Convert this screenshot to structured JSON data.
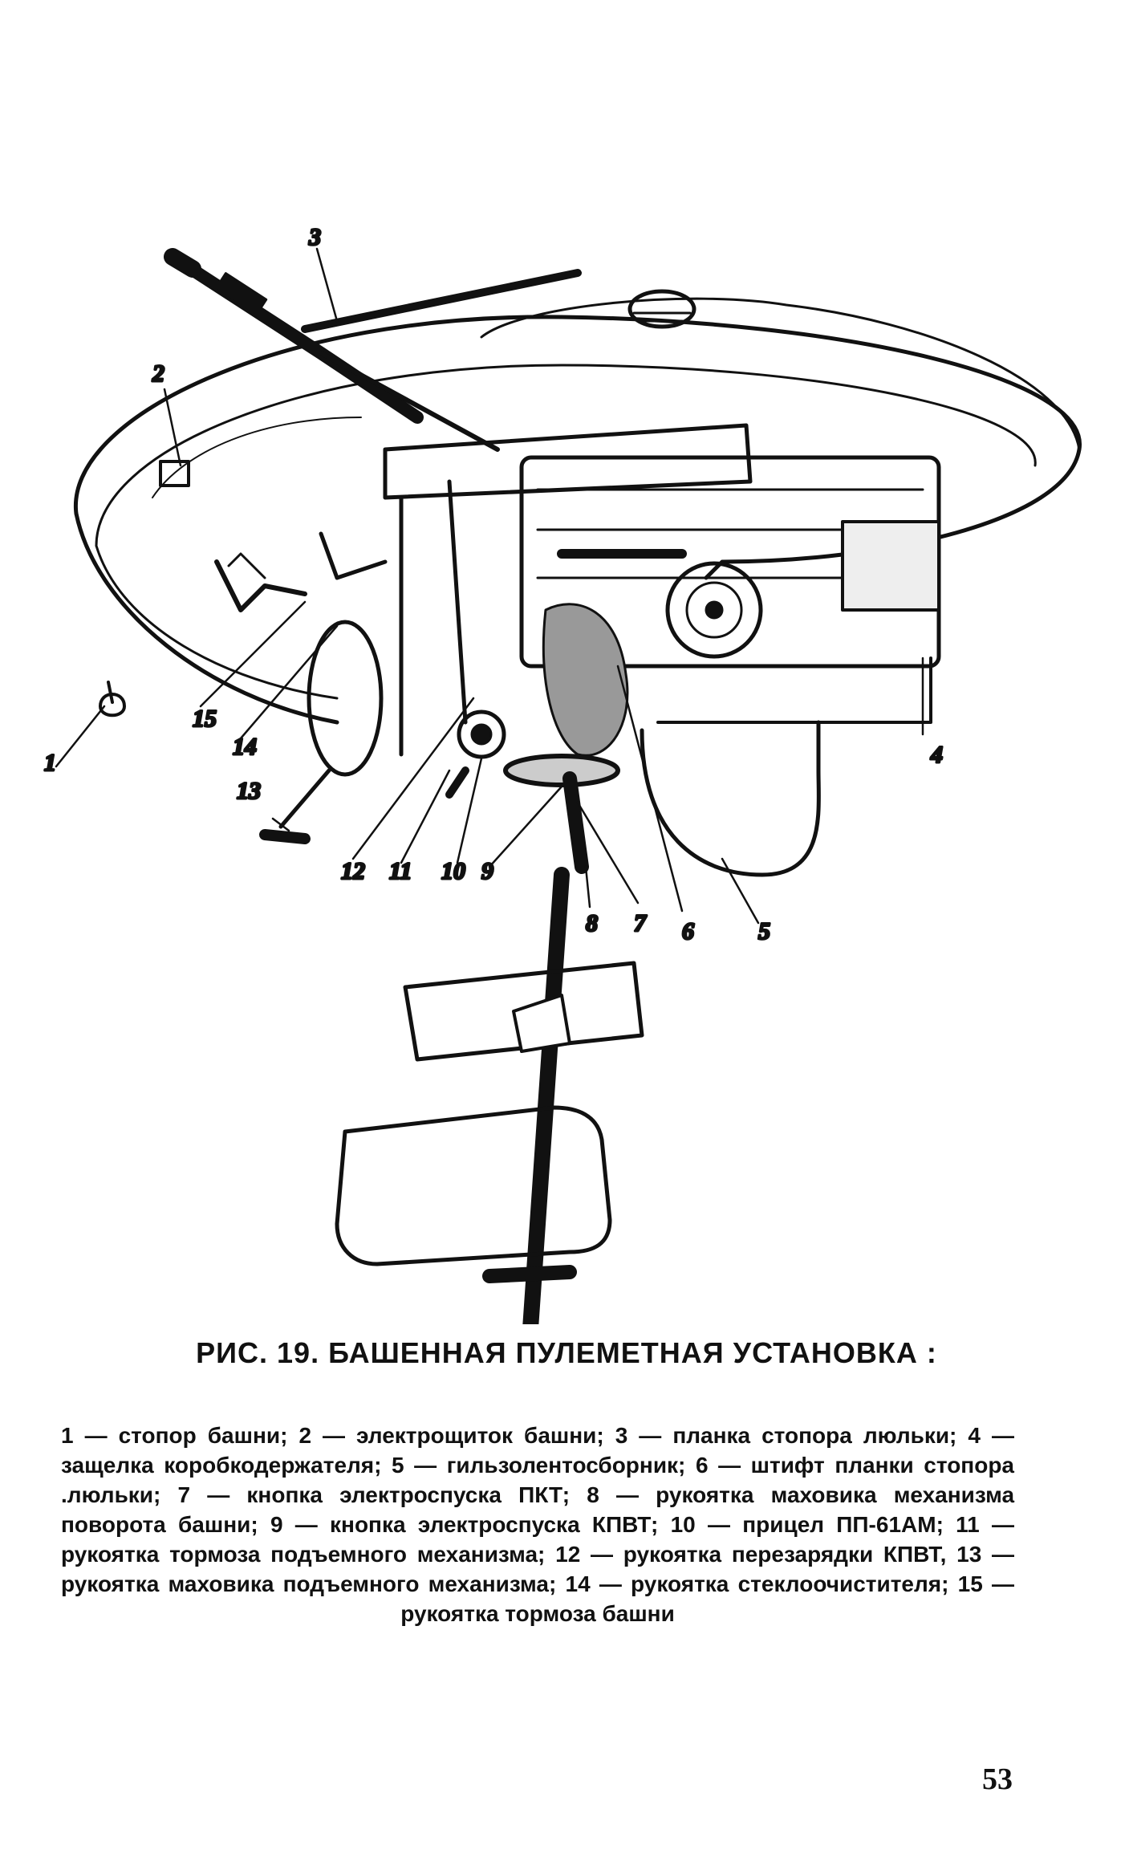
{
  "figure": {
    "labels": [
      "1",
      "2",
      "3",
      "4",
      "5",
      "6",
      "7",
      "8",
      "9",
      "10",
      "11",
      "12",
      "13",
      "14",
      "15"
    ]
  },
  "caption": {
    "title": "РИС. 19. БАШЕННАЯ ПУЛЕМЕТНАЯ УСТАНОВКА :",
    "legend": [
      "1 — стопор башни;",
      "2 — электрощиток башни;",
      "3 — планка стопора люльки;",
      "4 — защелка коробкодержателя;",
      "5 — гильзолентосборник;",
      "6 — штифт планки стопора .люльки;",
      "7 — кнопка электроспуска ПКТ;",
      "8 — рукоятка маховика механизма поворота башни;",
      "9 — кнопка электроспуска КПВТ;",
      "10 — прицел ПП-61АМ;",
      "11 — рукоятка тормоза подъемного механизма;",
      "12 — рукоятка перезарядки КПВТ,",
      "13 — рукоятка маховика подъемного механизма;",
      "14 — рукоятка стеклоочистителя;",
      "15 — рукоятка тормоза башни"
    ]
  },
  "page_number": "53"
}
